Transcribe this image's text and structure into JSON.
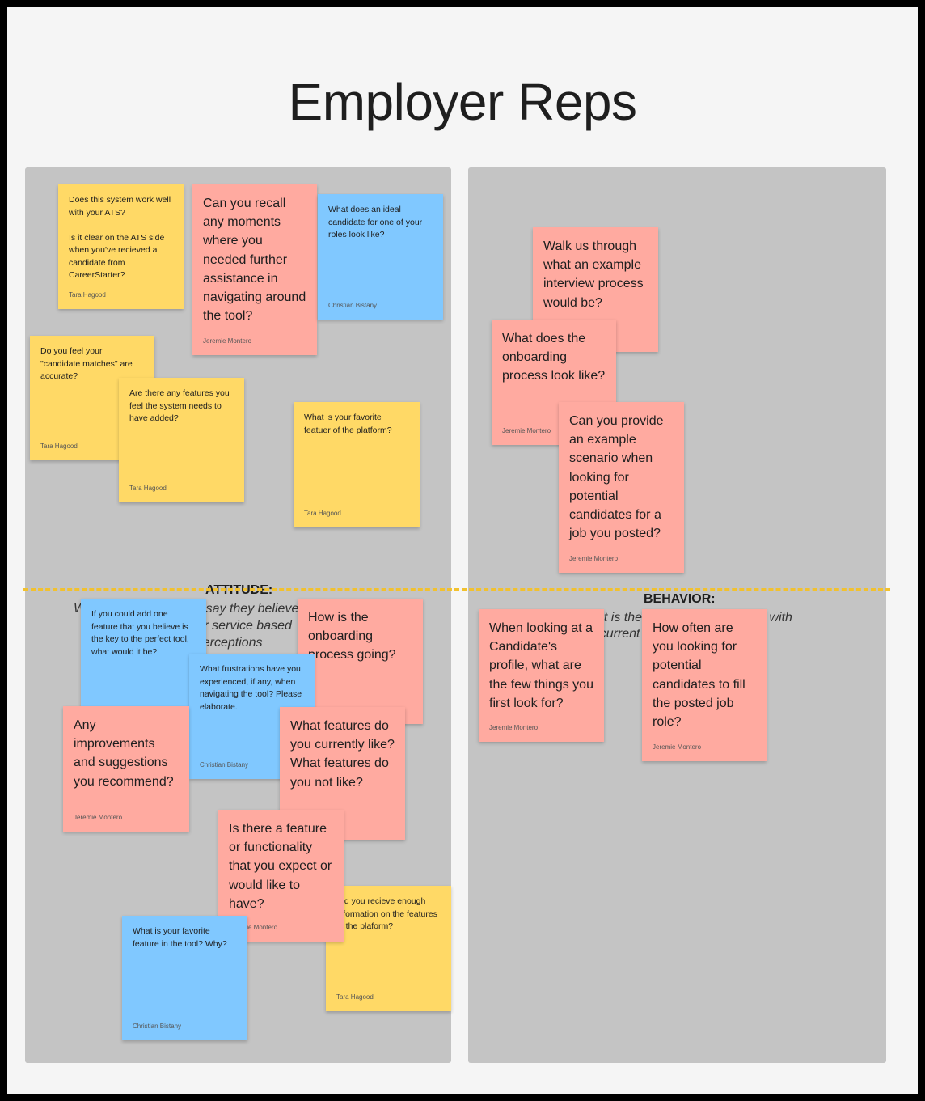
{
  "board": {
    "title": "Employer Reps",
    "attitude_label": "ATTITUDE:",
    "attitude_desc_line1": "What customers/users say they believe about",
    "attitude_desc_line2": "the product or service based",
    "attitude_desc_line3": "on their perceptions",
    "behavior_label": "BEHAVIOR:",
    "behavior_desc_line1": "What is the customer experience with",
    "behavior_desc_line2": "the current product"
  },
  "notes": {
    "ats": {
      "text": "Does this system work well with your ATS?\n\nIs it clear on the ATS side when you've recieved a candidate from CareerStarter?",
      "author": "Tara Hagood"
    },
    "recall": {
      "text": "Can you recall any moments where you needed further assistance in navigating around the tool?",
      "author": "Jeremie Montero"
    },
    "ideal": {
      "text": "What does an ideal candidate for one of your roles look like?",
      "author": "Christian Bistany"
    },
    "matches": {
      "text": "Do you feel your \"candidate matches\" are accurate?",
      "author": "Tara Hagood"
    },
    "features_added": {
      "text": "Are there any features you feel the system needs to have added?",
      "author": "Tara Hagood"
    },
    "favorite_featuer": {
      "text": "What is your favorite featuer of the platform?",
      "author": "Tara Hagood"
    },
    "walk": {
      "text": "Walk us through what an example interview process would be?",
      "author": ""
    },
    "onboarding_look": {
      "text": "What does the onboarding process look like?",
      "author": "Jeremie Montero"
    },
    "scenario": {
      "text": "Can you provide an example scenario when looking for potential candidates for a job you posted?",
      "author": "Jeremie Montero"
    },
    "add_one": {
      "text": "If you could add one feature that you believe is the key to the perfect tool, what would it be?",
      "author": ""
    },
    "onboarding_going": {
      "text": "How is the onboarding process going?",
      "author": ""
    },
    "frustrations": {
      "text": "What frustrations have you experienced, if any, when navigating the tool? Please elaborate.",
      "author": "Christian Bistany"
    },
    "improvements": {
      "text": "Any improvements and suggestions you recommend?",
      "author": "Jeremie Montero"
    },
    "like_features": {
      "text": "What features do you currently like? What features do you not like?",
      "author": ""
    },
    "expect": {
      "text": "Is there a feature or functionality that you expect or would like to have?",
      "author": "Jeremie Montero"
    },
    "enough_info": {
      "text": "Did you recieve enough information on the features of the plaform?",
      "author": "Tara Hagood"
    },
    "favorite_tool": {
      "text": "What is your favorite feature in the tool? Why?",
      "author": "Christian Bistany"
    },
    "profile": {
      "text": "When looking at a Candidate's profile, what are the few things you first look for?",
      "author": "Jeremie Montero"
    },
    "how_often": {
      "text": "How often are you looking for potential candidates to fill the posted job role?",
      "author": "Jeremie Montero"
    }
  },
  "colors": {
    "yellow": "#ffd966",
    "pink": "#ffaaa0",
    "blue": "#80c8ff",
    "panel": "#c4c4c4",
    "divider": "#f2c12e"
  }
}
